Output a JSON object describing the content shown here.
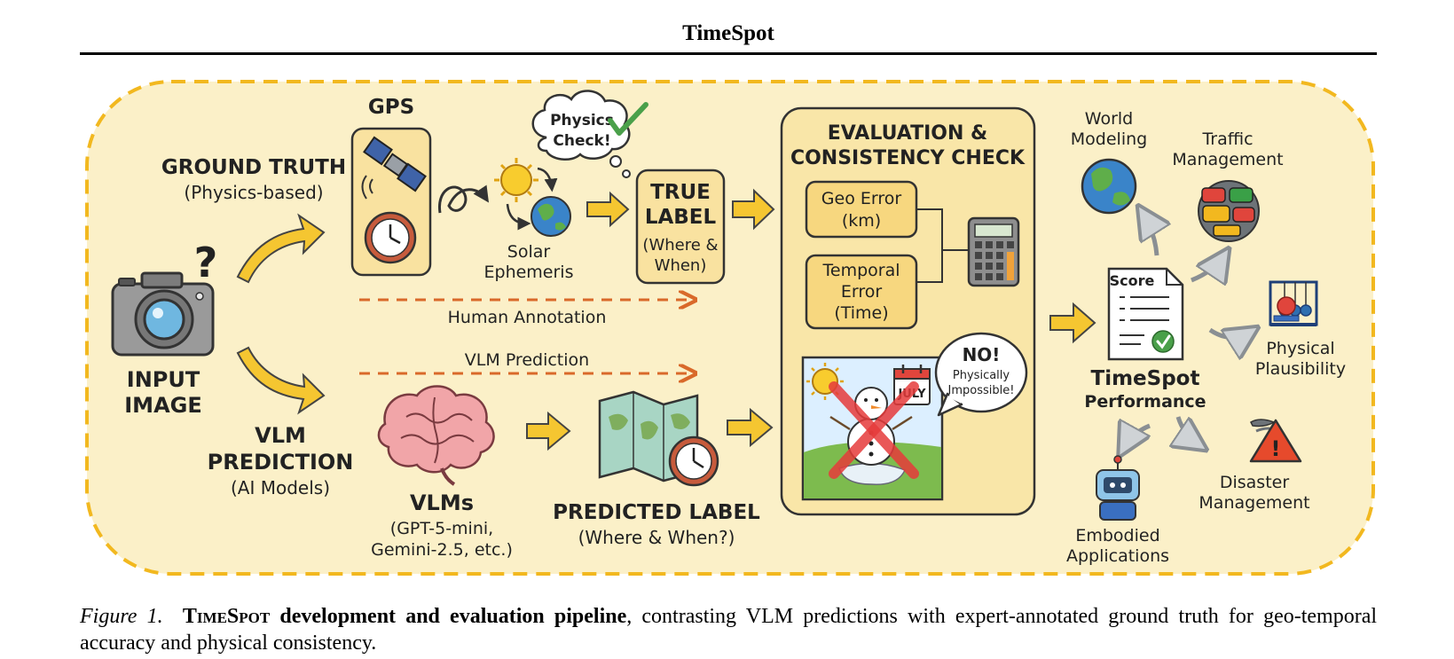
{
  "header": {
    "title": "TimeSpot"
  },
  "figure": {
    "input": {
      "line1": "INPUT",
      "line2": "IMAGE",
      "question_mark": "?"
    },
    "ground_truth": {
      "title": "GROUND TRUTH",
      "subtitle": "(Physics-based)"
    },
    "vlm_prediction": {
      "line1": "VLM",
      "line2": "PREDICTION",
      "subtitle": "(AI Models)"
    },
    "gps": {
      "label": "GPS"
    },
    "physics_check": {
      "line1": "Physics",
      "line2": "Check!"
    },
    "solar": {
      "line1": "Solar",
      "line2": "Ephemeris"
    },
    "true_label": {
      "line1": "TRUE",
      "line2": "LABEL",
      "line3": "(Where &",
      "line4": "When)"
    },
    "human_annotation": "Human Annotation",
    "vlm_prediction_arrow": "VLM Prediction",
    "vlms": {
      "title": "VLMs",
      "line1": "(GPT-5-mini,",
      "line2": "Gemini-2.5, etc.)"
    },
    "predicted_label": {
      "title": "PREDICTED LABEL",
      "subtitle": "(Where & When?)"
    },
    "evaluation": {
      "title1": "EVALUATION &",
      "title2": "CONSISTENCY CHECK",
      "geo_error": {
        "line1": "Geo Error",
        "line2": "(km)"
      },
      "temporal_error": {
        "line1": "Temporal",
        "line2": "Error",
        "line3": "(Time)"
      },
      "calendar_label": "JULY",
      "no_bubble": {
        "line1": "NO!",
        "line2": "Physically",
        "line3": "Impossible!"
      }
    },
    "performance": {
      "score_label": "Score",
      "line1": "TimeSpot",
      "line2": "Performance"
    },
    "applications": {
      "world_modeling": {
        "line1": "World",
        "line2": "Modeling"
      },
      "traffic_management": {
        "line1": "Traffic",
        "line2": "Management"
      },
      "physical_plausibility": {
        "line1": "Physical",
        "line2": "Plausibility"
      },
      "disaster_management": {
        "line1": "Disaster",
        "line2": "Management"
      },
      "embodied_applications": {
        "line1": "Embodied",
        "line2": "Applications"
      },
      "warning_symbol": "!"
    },
    "colors": {
      "panel": "#fbf0c8",
      "border": "#f2b81f",
      "arrow": "#f5c631",
      "dashed": "#d9692a",
      "cross": "#e63b3b"
    }
  },
  "caption": {
    "label": "Figure 1.",
    "title_smallcaps": "TimeSpot",
    "title_rest": " development and evaluation pipeline",
    "text": ", contrasting VLM predictions with expert-annotated ground truth for geo-temporal accuracy and physical consistency."
  }
}
